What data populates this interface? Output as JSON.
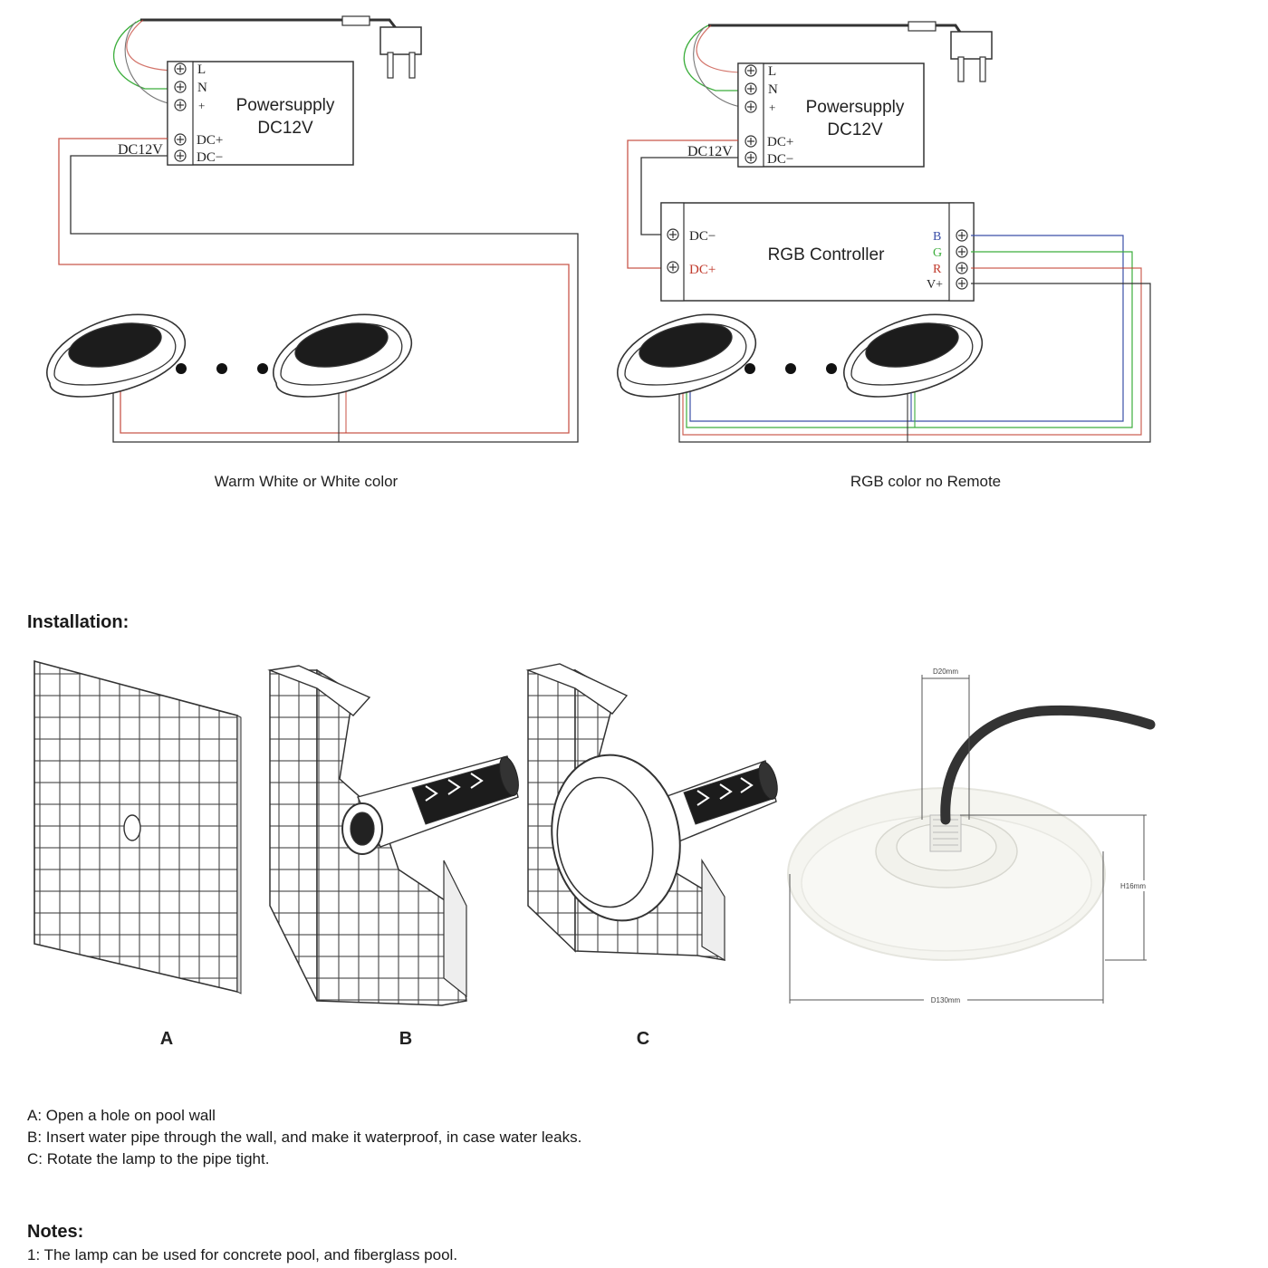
{
  "colors": {
    "line": "#3a3a3a",
    "red": "#c0392b",
    "green": "#3cae3c",
    "blue": "#3b4fa8",
    "cable": "#333333",
    "lamp_face": "#1c1c1c"
  },
  "wiring": {
    "left": {
      "psu_title": "Powersupply",
      "psu_voltage": "DC12V",
      "terminals": [
        "L",
        "N",
        "+",
        "DC+",
        "DC−"
      ],
      "dc_label": "DC12V",
      "caption": "Warm White or White color"
    },
    "right": {
      "psu_title": "Powersupply",
      "psu_voltage": "DC12V",
      "terminals": [
        "L",
        "N",
        "+",
        "DC+",
        "DC−"
      ],
      "dc_label": "DC12V",
      "controller_title": "RGB Controller",
      "controller_inputs": [
        "DC−",
        "DC+"
      ],
      "controller_outputs": [
        "B",
        "G",
        "R",
        "V+"
      ],
      "caption": "RGB color no Remote"
    }
  },
  "installation": {
    "heading": "Installation:",
    "figures": [
      {
        "label": "A"
      },
      {
        "label": "B"
      },
      {
        "label": "C"
      }
    ],
    "dimensions": {
      "diameter_small": "D20mm",
      "height": "H16mm",
      "diameter_large": "D130mm"
    },
    "steps": [
      "A: Open a hole on pool wall",
      "B: Insert water pipe through the wall, and make it waterproof, in case water leaks.",
      "C: Rotate the lamp to the pipe tight."
    ]
  },
  "notes": {
    "heading": "Notes:",
    "items": [
      "1: The lamp can be used for concrete pool, and fiberglass pool."
    ]
  }
}
